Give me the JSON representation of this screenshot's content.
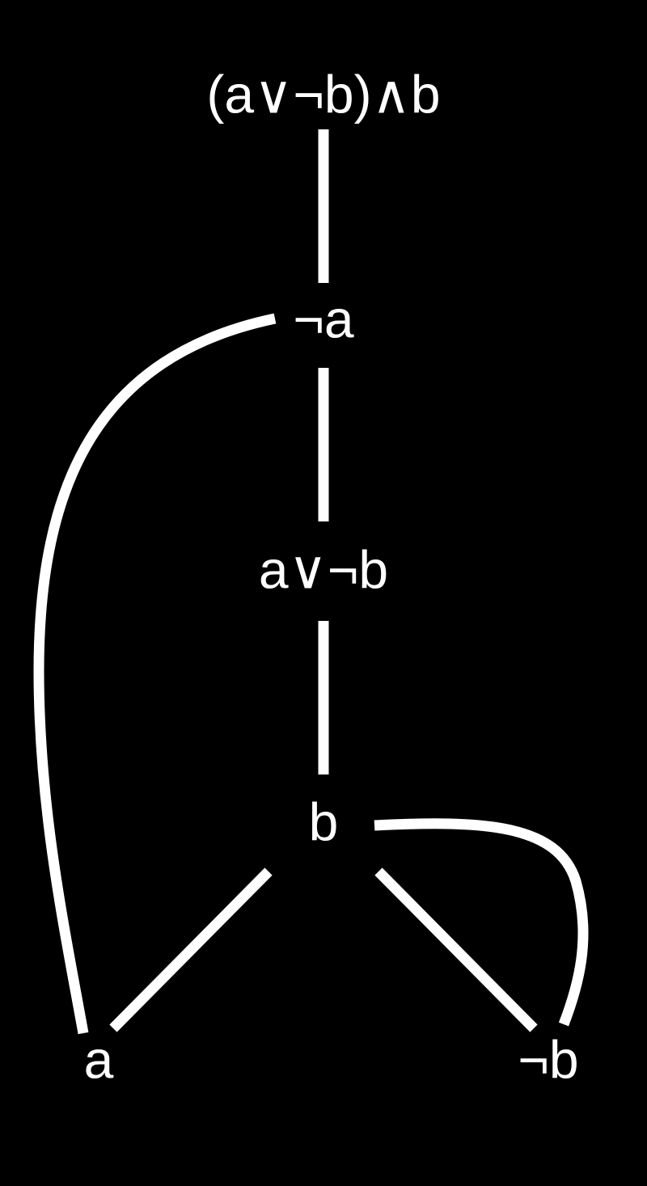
{
  "diagram": {
    "background_color": "#000000",
    "line_color": "#ffffff",
    "text_color": "#ffffff",
    "nodes": {
      "root": "(a∨¬b)∧b",
      "not_a": "¬a",
      "a_or_not_b": "a∨¬b",
      "b": "b",
      "a": "a",
      "not_b": "¬b"
    }
  }
}
